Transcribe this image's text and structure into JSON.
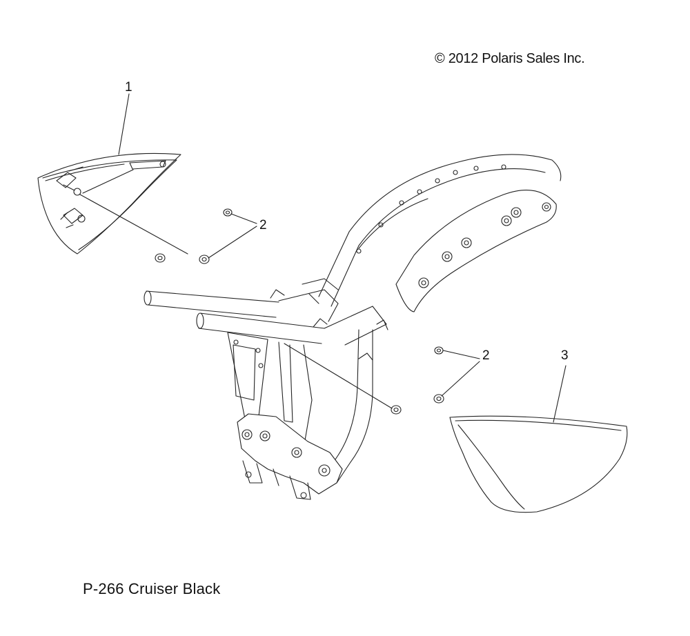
{
  "header": {
    "copyright": "© 2012 Polaris Sales Inc."
  },
  "footer": {
    "label": "P-266  Cruiser Black"
  },
  "callouts": [
    {
      "id": "callout-1",
      "text": "1"
    },
    {
      "id": "callout-2-upper",
      "text": "2"
    },
    {
      "id": "callout-2-lower",
      "text": "2"
    },
    {
      "id": "callout-3",
      "text": "3"
    }
  ],
  "colors": {
    "line": "#222222",
    "background": "#ffffff"
  }
}
